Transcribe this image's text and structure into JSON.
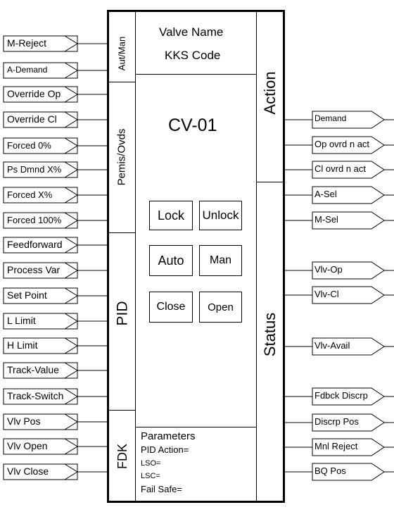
{
  "header": {
    "valve_name": "Valve Name",
    "kks_code": "KKS Code",
    "tag": "CV-01"
  },
  "sections": {
    "aut_man": "Aut/Man",
    "permis_ovds": "Pemis/Ovds",
    "pid": "PID",
    "fdk": "FDK",
    "action": "Action",
    "status": "Status"
  },
  "buttons": {
    "lock": "Lock",
    "unlock": "Unlock",
    "auto": "Auto",
    "man": "Man",
    "close": "Close",
    "open": "Open"
  },
  "parameters": {
    "title": "Parameters",
    "pid_action": "PID Action=",
    "lso": "LSO=",
    "lsc": "LSC=",
    "fail_safe": "Fail Safe="
  },
  "inputs": [
    "M-Reject",
    "A-Demand",
    "Override Op",
    "Override Cl",
    "Forced 0%",
    "Ps Dmnd X%",
    "Forced X%",
    "Forced 100%",
    "Feedforward",
    "Process Var",
    "Set Point",
    "L Limit",
    "H Limit",
    "Track-Value",
    "Track-Switch",
    "Vlv Pos",
    "Vlv Open",
    "Vlv Close"
  ],
  "outputs": [
    "Demand",
    "Op ovrd n act",
    "Cl ovrd n act",
    "A-Sel",
    "M-Sel",
    "Vlv-Op",
    "Vlv-Cl",
    "Vlv-Avail",
    "Fdbck Discrp",
    "Discrp Pos",
    "Mnl Reject",
    "BQ Pos"
  ]
}
